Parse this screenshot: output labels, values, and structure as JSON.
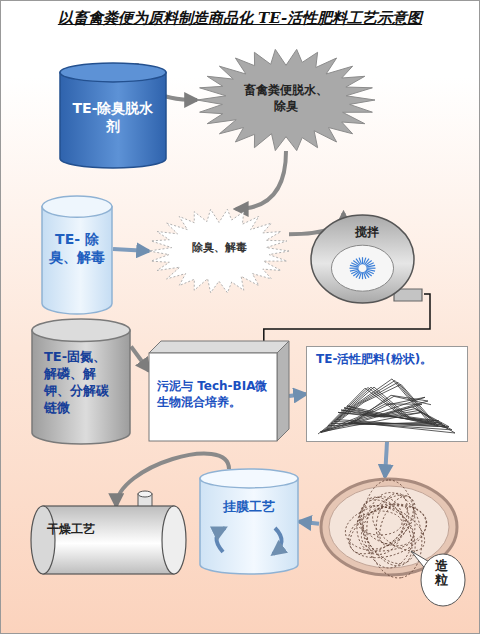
{
  "diagram": {
    "title": "以畜禽粪便为原料制造商品化 TE-活性肥料工艺示意图",
    "nodes": [
      {
        "text": [
          "TE-除臭脱水剂"
        ]
      },
      {
        "text": [
          "畜禽粪便脱水、除臭"
        ]
      },
      {
        "text": [
          "TE- 除臭、解毒"
        ]
      },
      {
        "text": [
          "除臭、解毒"
        ]
      },
      {
        "text": [
          "搅拌"
        ]
      },
      {
        "text": [
          "TE-固氮、解磷、解钾、分解碳链微"
        ]
      },
      {
        "text": [
          "污泥与 Tech-BIA微生物混合培养。"
        ]
      },
      {
        "text": [
          "TE-活性肥料(粉状)。"
        ]
      },
      {
        "text": [
          "造粒"
        ]
      },
      {
        "text": [
          "挂膜工艺"
        ]
      },
      {
        "text": [
          "干燥工艺"
        ]
      }
    ],
    "edges": [
      {
        "from": 0,
        "to": 1,
        "arrow": "to"
      },
      {
        "from": 1,
        "to": 3,
        "arrow": "to"
      },
      {
        "from": 2,
        "to": 3,
        "arrow": "to"
      },
      {
        "from": 3,
        "to": 4,
        "arrow": "to"
      },
      {
        "from": 4,
        "to": 6,
        "arrow": "none"
      },
      {
        "from": 5,
        "to": 6,
        "arrow": "to"
      },
      {
        "from": 6,
        "to": 7,
        "arrow": "to"
      },
      {
        "from": 7,
        "to": 8,
        "arrow": "to"
      },
      {
        "from": 8,
        "to": 9,
        "arrow": "to"
      },
      {
        "from": 9,
        "to": 10,
        "arrow": "to"
      }
    ]
  }
}
